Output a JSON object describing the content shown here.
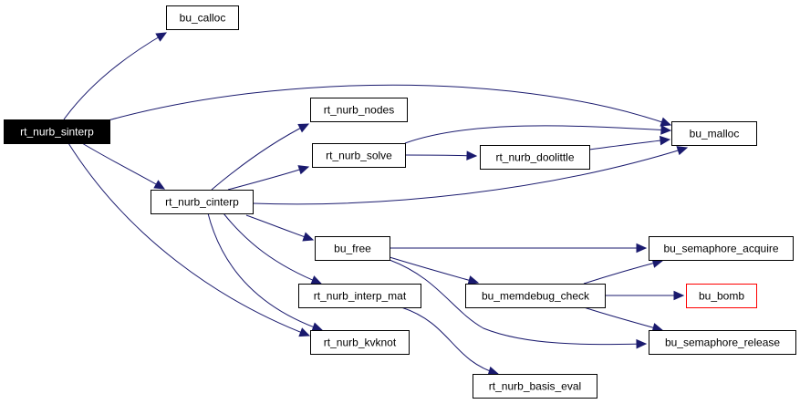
{
  "nodes": {
    "rt_nurb_sinterp": {
      "label": "rt_nurb_sinterp",
      "style": "root"
    },
    "bu_calloc": {
      "label": "bu_calloc",
      "style": "normal"
    },
    "bu_malloc": {
      "label": "bu_malloc",
      "style": "normal"
    },
    "rt_nurb_nodes": {
      "label": "rt_nurb_nodes",
      "style": "normal"
    },
    "rt_nurb_solve": {
      "label": "rt_nurb_solve",
      "style": "normal"
    },
    "rt_nurb_doolittle": {
      "label": "rt_nurb_doolittle",
      "style": "normal"
    },
    "rt_nurb_cinterp": {
      "label": "rt_nurb_cinterp",
      "style": "normal"
    },
    "bu_free": {
      "label": "bu_free",
      "style": "normal"
    },
    "bu_semaphore_acquire": {
      "label": "bu_semaphore_acquire",
      "style": "normal"
    },
    "rt_nurb_interp_mat": {
      "label": "rt_nurb_interp_mat",
      "style": "normal"
    },
    "bu_memdebug_check": {
      "label": "bu_memdebug_check",
      "style": "normal"
    },
    "bu_bomb": {
      "label": "bu_bomb",
      "style": "red"
    },
    "rt_nurb_kvknot": {
      "label": "rt_nurb_kvknot",
      "style": "normal"
    },
    "bu_semaphore_release": {
      "label": "bu_semaphore_release",
      "style": "normal"
    },
    "rt_nurb_basis_eval": {
      "label": "rt_nurb_basis_eval",
      "style": "normal"
    }
  },
  "edges": [
    {
      "from": "rt_nurb_sinterp",
      "to": "bu_calloc"
    },
    {
      "from": "rt_nurb_sinterp",
      "to": "bu_malloc"
    },
    {
      "from": "rt_nurb_sinterp",
      "to": "rt_nurb_cinterp"
    },
    {
      "from": "rt_nurb_sinterp",
      "to": "rt_nurb_kvknot"
    },
    {
      "from": "rt_nurb_cinterp",
      "to": "rt_nurb_nodes"
    },
    {
      "from": "rt_nurb_cinterp",
      "to": "rt_nurb_solve"
    },
    {
      "from": "rt_nurb_cinterp",
      "to": "bu_malloc"
    },
    {
      "from": "rt_nurb_cinterp",
      "to": "bu_free"
    },
    {
      "from": "rt_nurb_cinterp",
      "to": "rt_nurb_interp_mat"
    },
    {
      "from": "rt_nurb_cinterp",
      "to": "rt_nurb_kvknot"
    },
    {
      "from": "rt_nurb_solve",
      "to": "bu_malloc"
    },
    {
      "from": "rt_nurb_solve",
      "to": "rt_nurb_doolittle"
    },
    {
      "from": "rt_nurb_doolittle",
      "to": "bu_malloc"
    },
    {
      "from": "bu_free",
      "to": "bu_semaphore_acquire"
    },
    {
      "from": "bu_free",
      "to": "bu_memdebug_check"
    },
    {
      "from": "bu_free",
      "to": "bu_semaphore_release"
    },
    {
      "from": "bu_memdebug_check",
      "to": "bu_semaphore_acquire"
    },
    {
      "from": "bu_memdebug_check",
      "to": "bu_bomb"
    },
    {
      "from": "bu_memdebug_check",
      "to": "bu_semaphore_release"
    },
    {
      "from": "rt_nurb_interp_mat",
      "to": "rt_nurb_basis_eval"
    }
  ],
  "colors": {
    "edge": "#1a1a6e",
    "root_fill": "#000000",
    "root_text": "#ffffff",
    "warning_border": "#ff0000"
  }
}
